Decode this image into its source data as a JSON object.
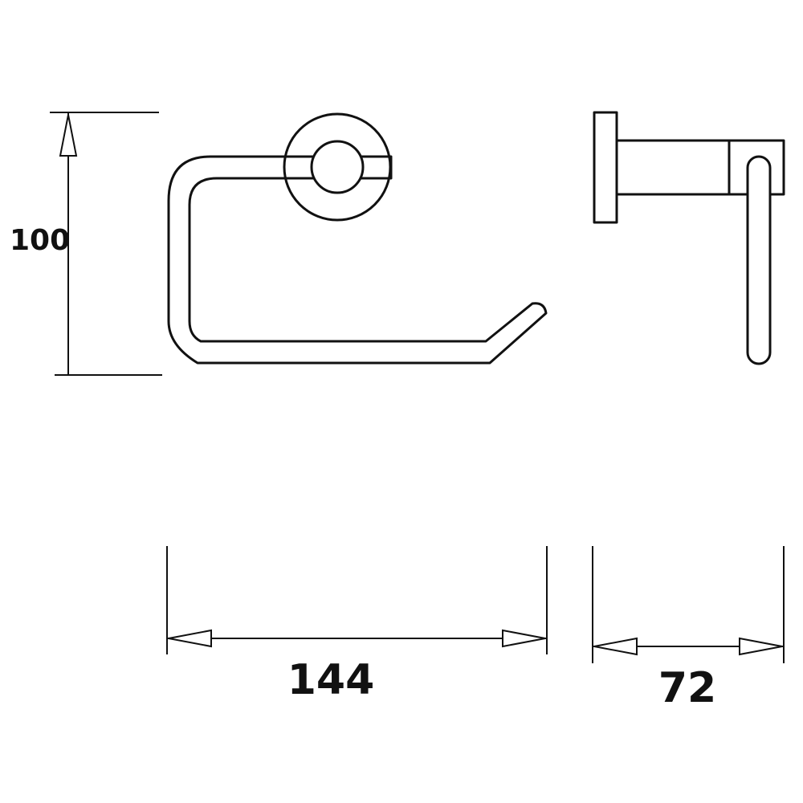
{
  "diagram": {
    "dimensions": {
      "height": {
        "value": "100"
      },
      "width": {
        "value": "144"
      },
      "depth": {
        "value": "72"
      }
    },
    "colors": {
      "line": "#111111",
      "background": "#ffffff"
    }
  }
}
